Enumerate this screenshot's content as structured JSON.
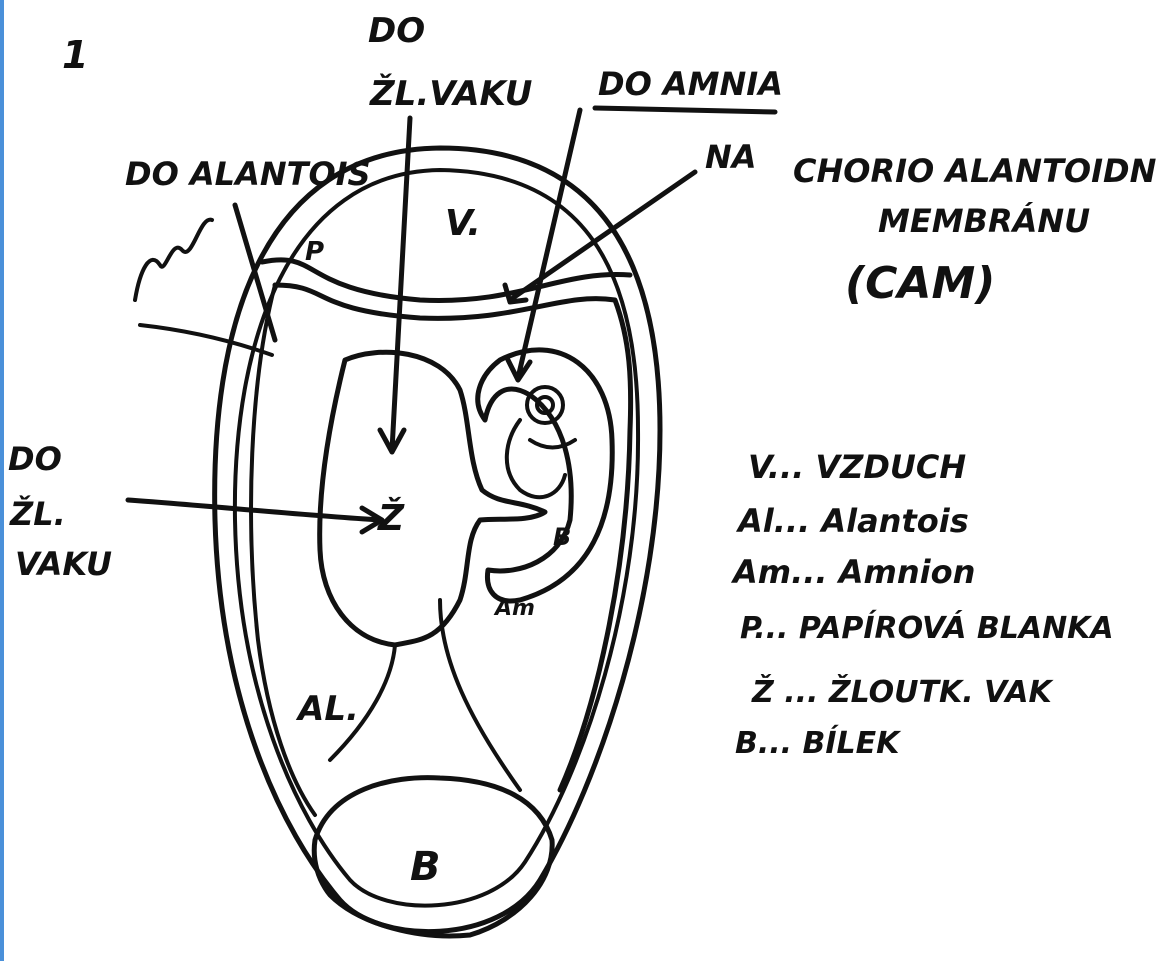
{
  "colors": {
    "ink": "#111111",
    "paper": "#ffffff",
    "edge": "#4a90d9"
  },
  "page_number": "1",
  "labels": {
    "to_yolk_sac_top": [
      "DO",
      "ŽL.VAKU"
    ],
    "to_amnion": "DO AMNIA",
    "to_allantois": "DO ALANTOIS",
    "onto": "NA",
    "cam": [
      "CHORIO ALANTOIDNÍ",
      "MEMBRÁNU",
      "(CAM)"
    ],
    "to_yolk_sac_left": [
      "DO",
      "ŽL.",
      "VAKU"
    ],
    "region_air": "V.",
    "region_paper": "P",
    "region_yolk": "Ž",
    "region_allantois": "AL.",
    "region_white_b": "B",
    "region_amnion": "Am",
    "region_embryo_b": "B"
  },
  "legend": [
    "V... VZDUCH",
    "Al... Alantois",
    "Am... Amnion",
    "P... PAPÍROVÁ BLANKA",
    "Ž ... ŽLOUTK. VAK",
    "B... BÍLEK"
  ]
}
